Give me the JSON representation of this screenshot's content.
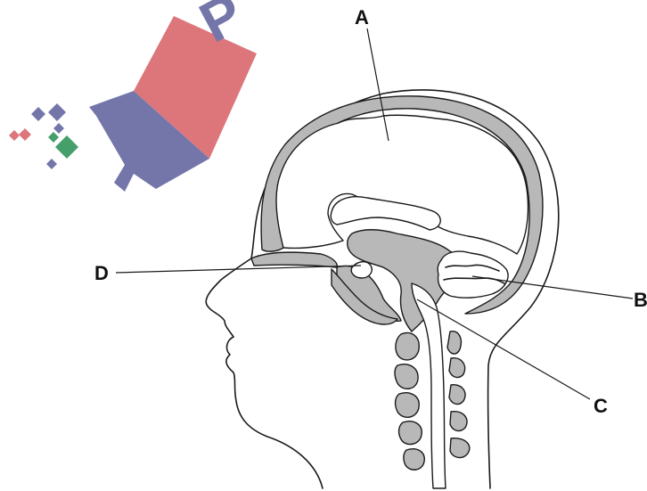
{
  "diagram": {
    "labels": {
      "A": "A",
      "B": "B",
      "C": "C",
      "D": "D"
    },
    "colors": {
      "watermark_red": "#dc6f74",
      "watermark_blue": "#6d6fa6",
      "watermark_green": "#3a9a63",
      "bone_grey": "#b8b8b8",
      "line": "#1a1a1a"
    },
    "logo_text": "P"
  }
}
